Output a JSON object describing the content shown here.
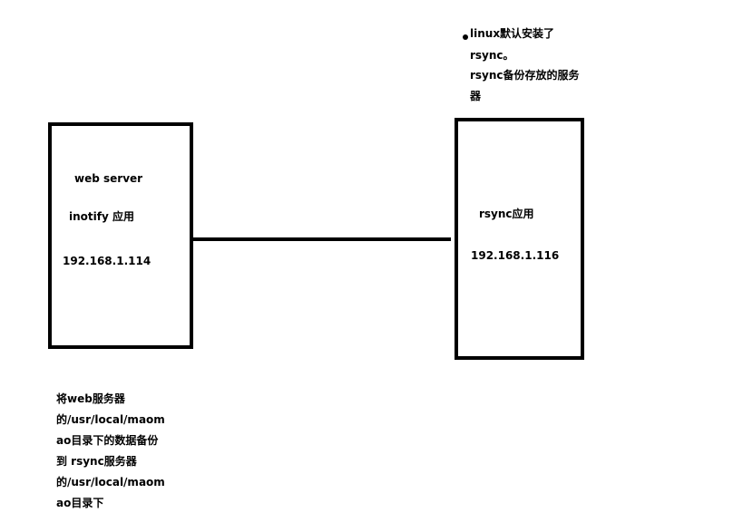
{
  "web_server_box": {
    "title": "web server",
    "app": "inotify 应用",
    "ip": "192.168.1.114"
  },
  "rsync_box": {
    "app": "rsync应用",
    "ip": "192.168.1.116"
  },
  "top_note": {
    "lines": [
      "linux默认安装了",
      "rsync。",
      "rsync备份存放的服务",
      "器"
    ]
  },
  "bottom_note": {
    "lines": [
      "将web服务器",
      "的/usr/local/maom",
      "ao目录下的数据备份",
      "到 rsync服务器",
      "的/usr/local/maom",
      "ao目录下"
    ]
  }
}
